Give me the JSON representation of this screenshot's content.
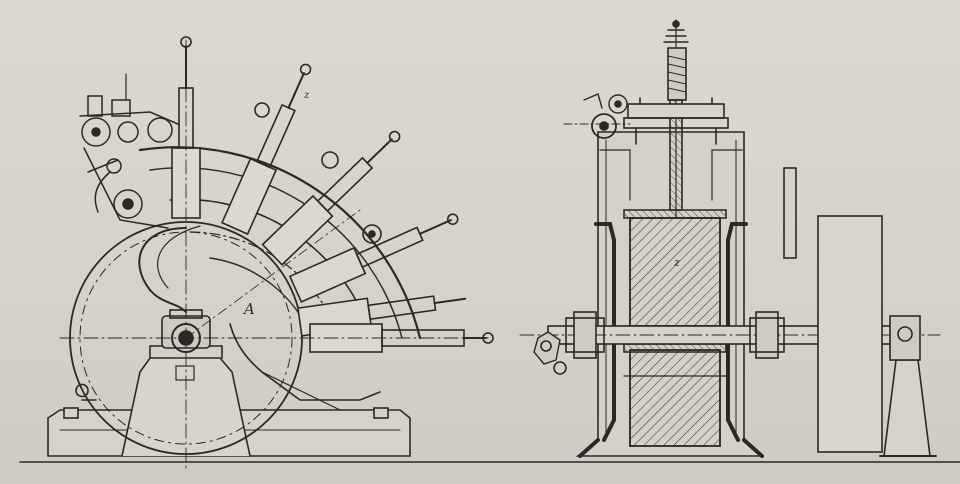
{
  "figure": {
    "labels": {
      "rotor_label": "A",
      "core_label": "z",
      "valve_label": "z"
    }
  },
  "ink_color": "#2b2926",
  "paper_color": "#d9d5cd",
  "shading_color": "#6f6b64"
}
